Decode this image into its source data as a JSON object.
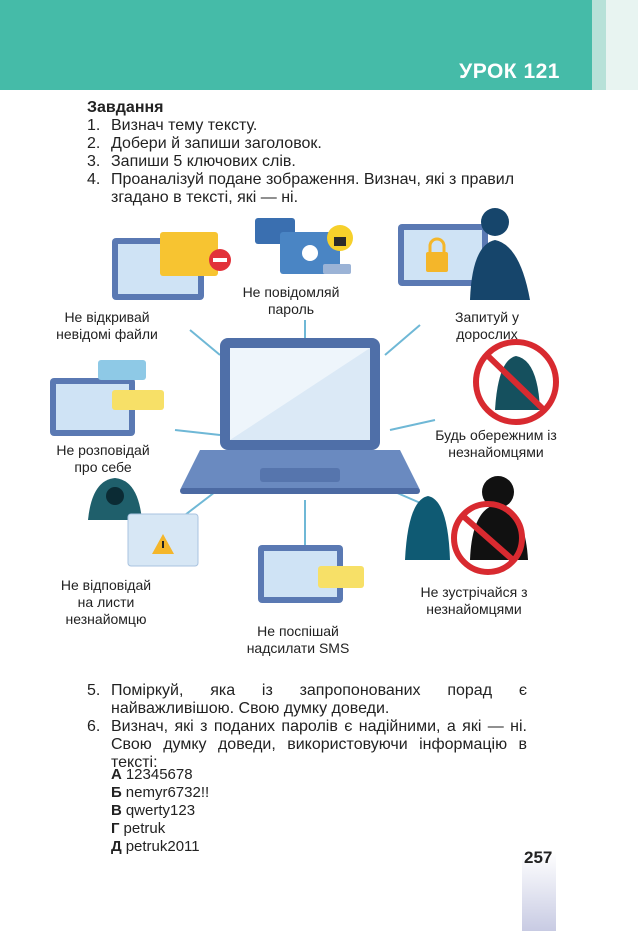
{
  "header": {
    "lesson": "УРОК 121"
  },
  "task": {
    "title": "Завдання",
    "items": [
      {
        "num": "1.",
        "text": "Визнач тему тексту."
      },
      {
        "num": "2.",
        "text": "Добери й запиши заголовок."
      },
      {
        "num": "3.",
        "text": "Запиши 5 ключових слів."
      },
      {
        "num": "4.",
        "text": "Проаналізуй подане зображення. Визнач, які з правил згадано в тексті, які — ні."
      }
    ]
  },
  "infographic": {
    "labels": {
      "unknown_files": "Не відкривай невідомі файли",
      "password": "Не повідомляй пароль",
      "ask_adults": "Запитуй у дорослих",
      "about_self": "Не розповідай про себе",
      "careful_strangers": "Будь обережним із незнайомцями",
      "reply_letters": "Не відповідай на листи незнайомцю",
      "meet_strangers": "Не зустрічайся з незнайомцями",
      "sms": "Не поспішай надсилати SMS"
    }
  },
  "task2": {
    "items": [
      {
        "num": "5.",
        "text": "Поміркуй, яка із запропонованих порад є найважливішою. Свою думку доведи."
      },
      {
        "num": "6.",
        "text": "Визнач, які з поданих паролів є надійними, а які — ні. Свою думку доведи, використовуючи інформацію в тексті:"
      }
    ],
    "options": [
      {
        "letter": "А",
        "value": "12345678"
      },
      {
        "letter": "Б",
        "value": "nemyr6732!!"
      },
      {
        "letter": "В",
        "value": "qwerty123"
      },
      {
        "letter": "Г",
        "value": "petruk"
      },
      {
        "letter": "Д",
        "value": "petruk2011"
      }
    ]
  },
  "page_number": "257",
  "colors": {
    "header": "#45bba8",
    "accent_blue": "#3a6fb0",
    "screen": "#cfe3f5"
  }
}
